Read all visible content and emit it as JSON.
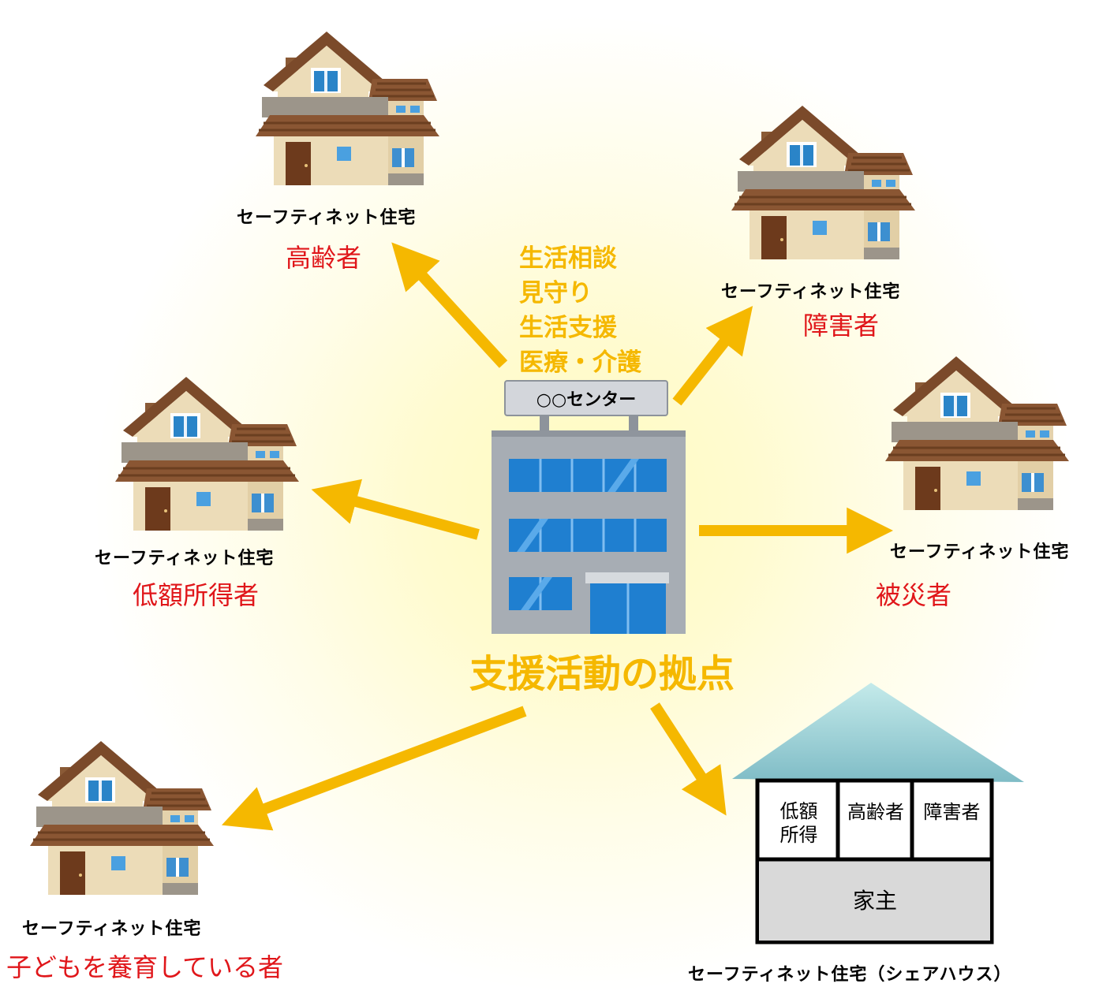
{
  "house_label": "セーフティネット住宅",
  "houses": [
    {
      "group": "高齢者"
    },
    {
      "group": "障害者"
    },
    {
      "group": "低額所得者"
    },
    {
      "group": "被災者"
    },
    {
      "group": "子どもを養育している者"
    }
  ],
  "center": {
    "sign": "○○センター",
    "caption": "支援活動の拠点",
    "services": [
      "生活相談",
      "見守り",
      "生活支援",
      "医療・介護"
    ]
  },
  "share_house": {
    "label": "セーフティネット住宅（シェアハウス）",
    "rooms": [
      "低額\n所得",
      "高齢者",
      "障害者"
    ],
    "owner": "家主"
  },
  "colors": {
    "arrow": "#f5b800",
    "group_text": "#e0161a",
    "roof": "#a8dcdc"
  }
}
